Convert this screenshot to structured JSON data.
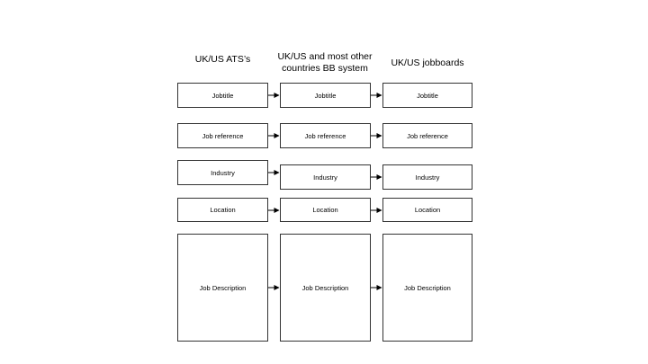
{
  "columns": [
    {
      "header": "UK/US ATS’s",
      "fields": [
        "Jobtitle",
        "Job reference",
        "Industry",
        "Location",
        "Job Description"
      ]
    },
    {
      "header": "UK/US and most other\ncountries BB system",
      "fields": [
        "Jobtitle",
        "Job reference",
        "Industry",
        "Location",
        "Job Description"
      ]
    },
    {
      "header": "UK/US jobboards",
      "fields": [
        "Jobtitle",
        "Job reference",
        "Industry",
        "Location",
        "Job Description"
      ]
    }
  ]
}
